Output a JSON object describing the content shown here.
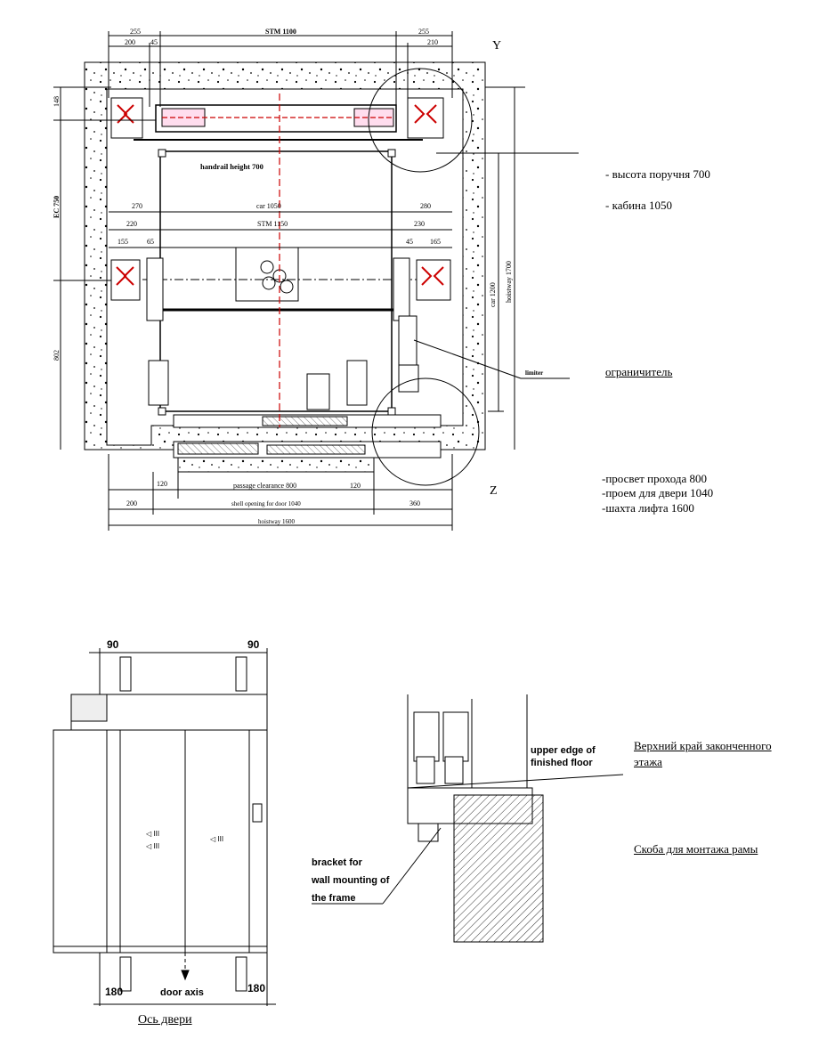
{
  "plan": {
    "top_dims": {
      "left_255": "255",
      "stm_top": "STM 1100",
      "right_255": "255",
      "left_200": "200",
      "left_45": "45",
      "right_210": "210"
    },
    "axis_y": "Y",
    "axis_z": "Z",
    "left_dims": {
      "d148": "148",
      "ec750": "EC 750",
      "d802": "802"
    },
    "handrail": "handrail height 700",
    "car_row": {
      "d270": "270",
      "car": "car 1050",
      "d280": "280"
    },
    "stm_row": {
      "d220": "220",
      "stm": "STM 1150",
      "d230": "230"
    },
    "gap_row": {
      "d155": "155",
      "d65": "65",
      "d45": "45",
      "d165": "165"
    },
    "right_dims": {
      "car1200": "car 1200",
      "hoistway1700": "hoistway 1700"
    },
    "limiter": "limiter",
    "bottom_dims": {
      "d120a": "120",
      "passage": "passage clearance 800",
      "d120b": "120",
      "d200": "200",
      "shell": "shell opening for door 1040",
      "d360": "360",
      "hoistway": "hoistway 1600"
    }
  },
  "notes_right": {
    "handrail_ru": "- высота поручня 700",
    "cabin_ru": "- кабина 1050",
    "limiter_ru": "ограничитель",
    "passage_ru": "-просвет прохода 800",
    "opening_ru": "-проем для двери 1040",
    "shaft_ru": "-шахта лифта 1600"
  },
  "door_elev": {
    "dim_left": "90",
    "dim_right": "90",
    "dim_bl": "180",
    "dim_br": "180",
    "axis_label": "door axis",
    "axis_ru": "Ось двери",
    "marker1": "◁ III",
    "marker2": "◁ III",
    "marker3": "◁ III"
  },
  "section": {
    "upper_edge": "upper edge of",
    "finished_floor": "finished floor",
    "bracket_l1": "bracket for",
    "bracket_l2": "wall mounting of",
    "bracket_l3": "the frame",
    "upper_ru_l1": "Верхний край законченного",
    "upper_ru_l2": "этажа",
    "bracket_ru": "Скоба для монтажа рамы"
  }
}
